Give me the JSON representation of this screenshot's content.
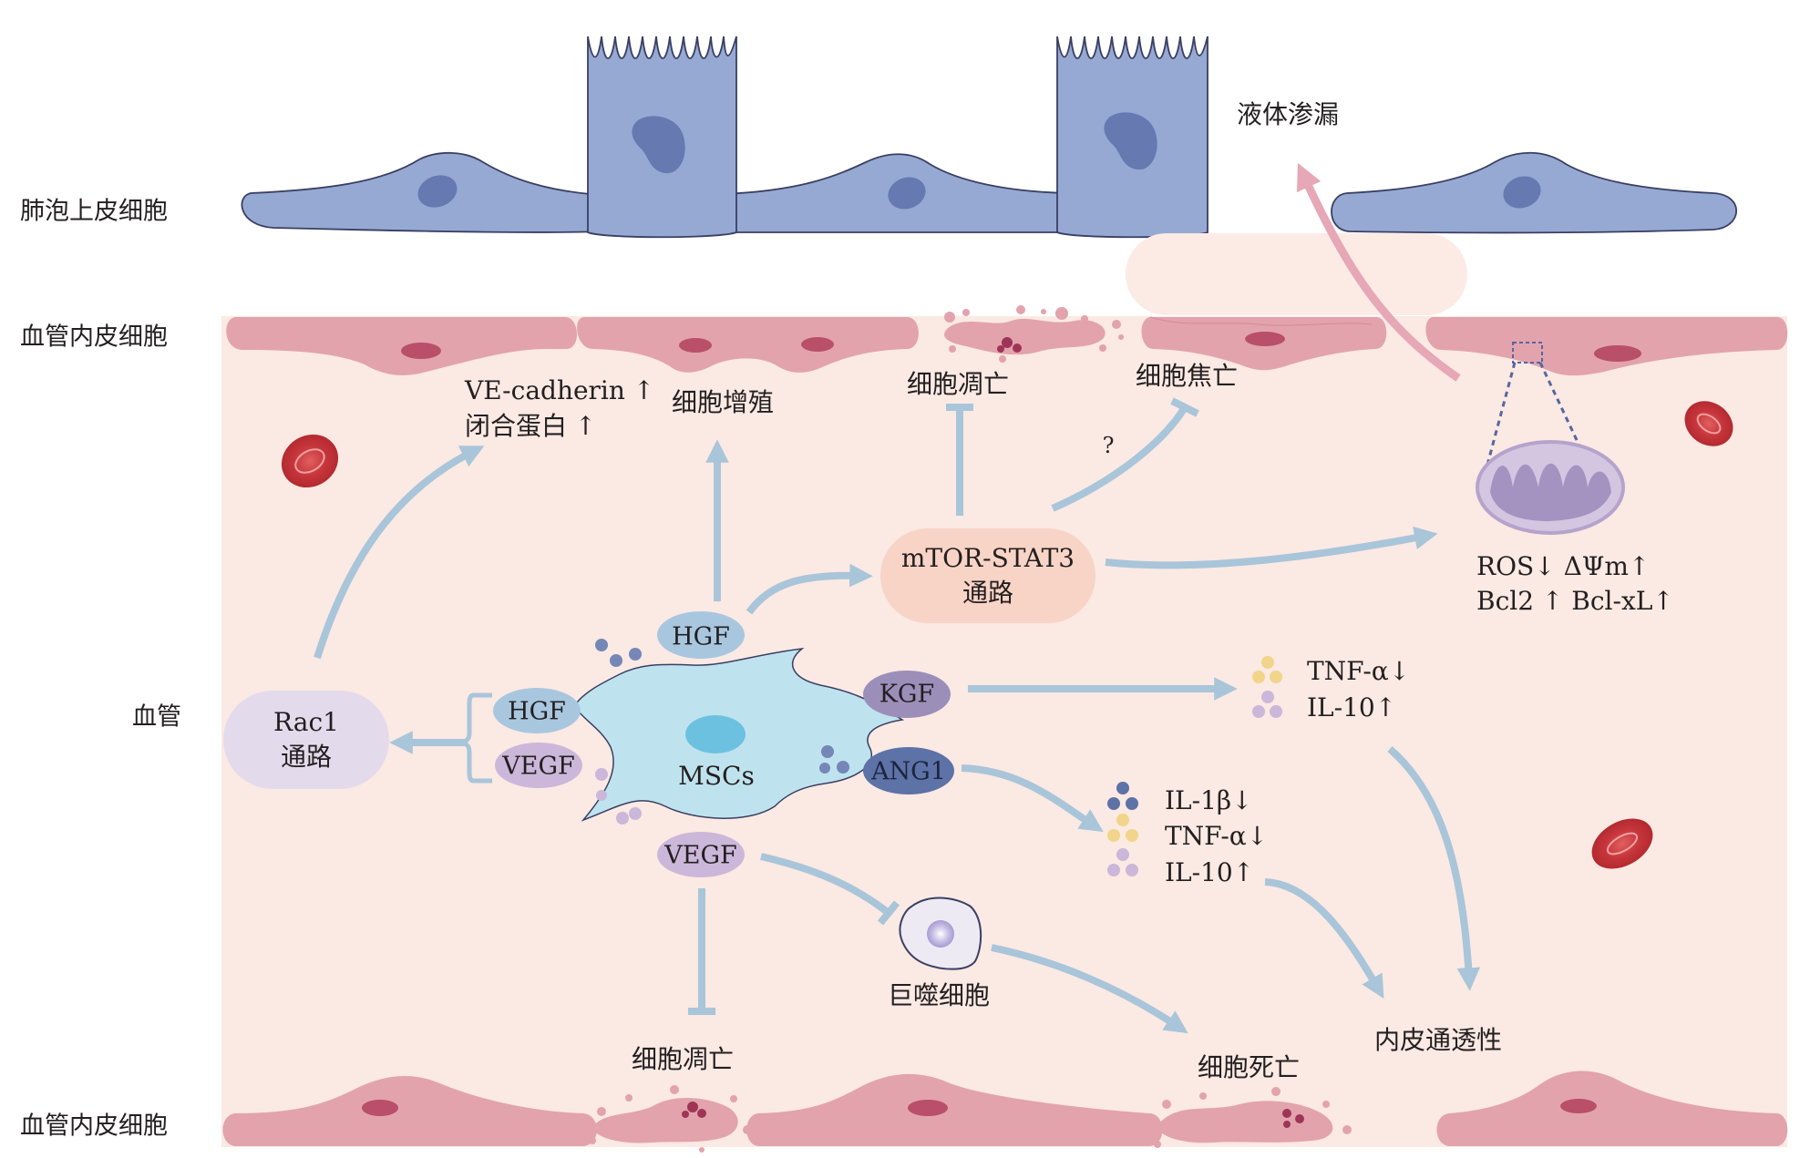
{
  "side_labels": {
    "alveolar_epithelium": "肺泡上皮细胞",
    "endothelium_top": "血管内皮细胞",
    "vessel": "血管",
    "endothelium_bottom": "血管内皮细胞"
  },
  "center": {
    "mscs": "MSCs"
  },
  "factors": {
    "hgf_top": "HGF",
    "hgf_left": "HGF",
    "vegf_left": "VEGF",
    "vegf_bottom": "VEGF",
    "kgf": "KGF",
    "ang1": "ANG1"
  },
  "pathways": {
    "rac1_name": "Rac1",
    "rac1_suffix": "通路",
    "mtor_name": "mTOR-STAT3",
    "mtor_suffix": "通路"
  },
  "effects": {
    "ve_cadherin": "VE-cadherin ↑",
    "tight_junction": "闭合蛋白 ↑",
    "proliferation": "细胞增殖",
    "apoptosis_top": "细胞凋亡",
    "pyroptosis": "细胞焦亡",
    "question": "?",
    "fluid_leak": "液体渗漏",
    "ros_mmp": "ROS↓ ΔΨm↑",
    "bcl": "Bcl2 ↑ Bcl-xL↑",
    "kgf_tnf": "TNF-α↓",
    "kgf_il10": "IL-10↑",
    "ang_il1b": "IL-1β↓",
    "ang_tnf": "TNF-α↓",
    "ang_il10": "IL-10↑",
    "macrophage": "巨噬细胞",
    "apoptosis_bottom": "细胞凋亡",
    "cell_death": "细胞死亡",
    "permeability": "内皮通透性"
  },
  "colors": {
    "vessel_bg": "#fbe9e3",
    "epithelium": "#96a9d3",
    "endothelium": "#e2a3ad",
    "arrow": "#a9c5d9",
    "leak_arrow": "#e6a7b6",
    "msc_cell": "#bfe3ee",
    "pathway_mtor": "#f8d4c6",
    "pathway_rac1": "#e3dbec"
  }
}
